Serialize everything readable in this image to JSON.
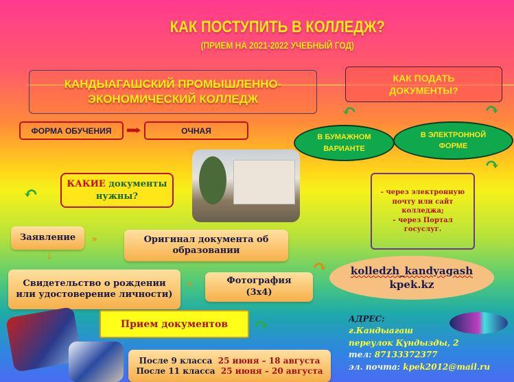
{
  "header": {
    "title": "КАК ПОСТУПИТЬ В КОЛЛЕДЖ?",
    "subtitle": "(ПРИЕМ НА 2021-2022 УЧЕБНЫЙ ГОД)"
  },
  "college": {
    "name_line1": "КАНДЫАГАШСКИЙ ПРОМЫШЛЕННО-",
    "name_line2": "ЭКОНОМИЧЕСКИЙ КОЛЛЕДЖ"
  },
  "study_form": {
    "label": "ФОРМА ОБУЧЕНИЯ",
    "value": "ОЧНАЯ"
  },
  "how_to_submit": {
    "question_line1": "КАК ПОДАТЬ",
    "question_line2": "ДОКУМЕНТЫ?",
    "option_paper_1": "В БУМАЖНОМ",
    "option_paper_2": "ВАРИАНТЕ",
    "option_electronic_1": "В ЭЛЕКТРОННОЙ",
    "option_electronic_2": "ФОРМЕ",
    "electronic_ways_1": "- через электронную почту или сайт колледжа;",
    "electronic_ways_2": "-  через Портал госуслуг."
  },
  "documents": {
    "question_highlight": "КАКИЕ",
    "question_rest": " документы нужны?",
    "items": [
      "Заявление",
      "Оригинал документа об образовании",
      "Свидетельство о рождении или удостоверение личности)",
      "Фотография (3х4)"
    ]
  },
  "links": {
    "instagram": "kolledzh_kandyagash",
    "site": "kpek.kz"
  },
  "admission": {
    "label": "Прием документов",
    "rows": [
      {
        "grade": "После 9 класса",
        "dates": "25 июня – 18 августа"
      },
      {
        "grade": "После 11 класса",
        "dates": "25 июня – 20 августа"
      }
    ]
  },
  "address": {
    "heading": "АДРЕС:",
    "city": "г.Кандыагаш",
    "street": "переулок Құндызды, 2",
    "phone_label": "тел:",
    "phone": "87133372377",
    "email_label": "эл. почта:",
    "email": "kpek2012@mail.ru"
  },
  "colors": {
    "yellow": "#ffe81a",
    "green": "#0fa84c",
    "red": "#c01010"
  }
}
